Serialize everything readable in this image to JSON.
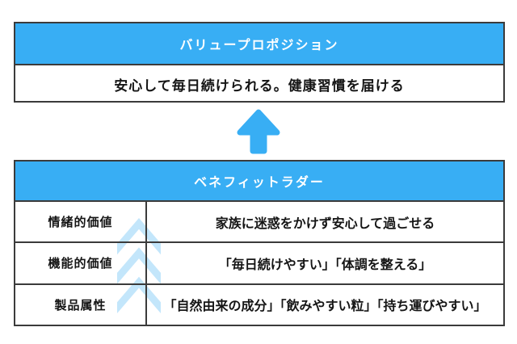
{
  "value_proposition": {
    "title": "バリュープロポジション",
    "statement": "安心して毎日続けられる。健康習慣を届ける"
  },
  "benefit_ladder": {
    "title": "ベネフィットラダー",
    "rows": [
      {
        "label": "情緒的価値",
        "value": "家族に迷惑をかけず安心して過ごせる"
      },
      {
        "label": "機能的価値",
        "value": "「毎日続けやすい」「体調を整える」"
      },
      {
        "label": "製品属性",
        "value": "「自然由来の成分」「飲みやすい粒」「持ち運びやすい」"
      }
    ]
  },
  "icons": {
    "between_boxes": "up-arrow-icon",
    "over_ladder": "triple-chevron-up-icon"
  },
  "colors": {
    "accent_blue": "#38AEF4",
    "light_blue": "#C3E6FB",
    "border": "#3B3B3B"
  }
}
